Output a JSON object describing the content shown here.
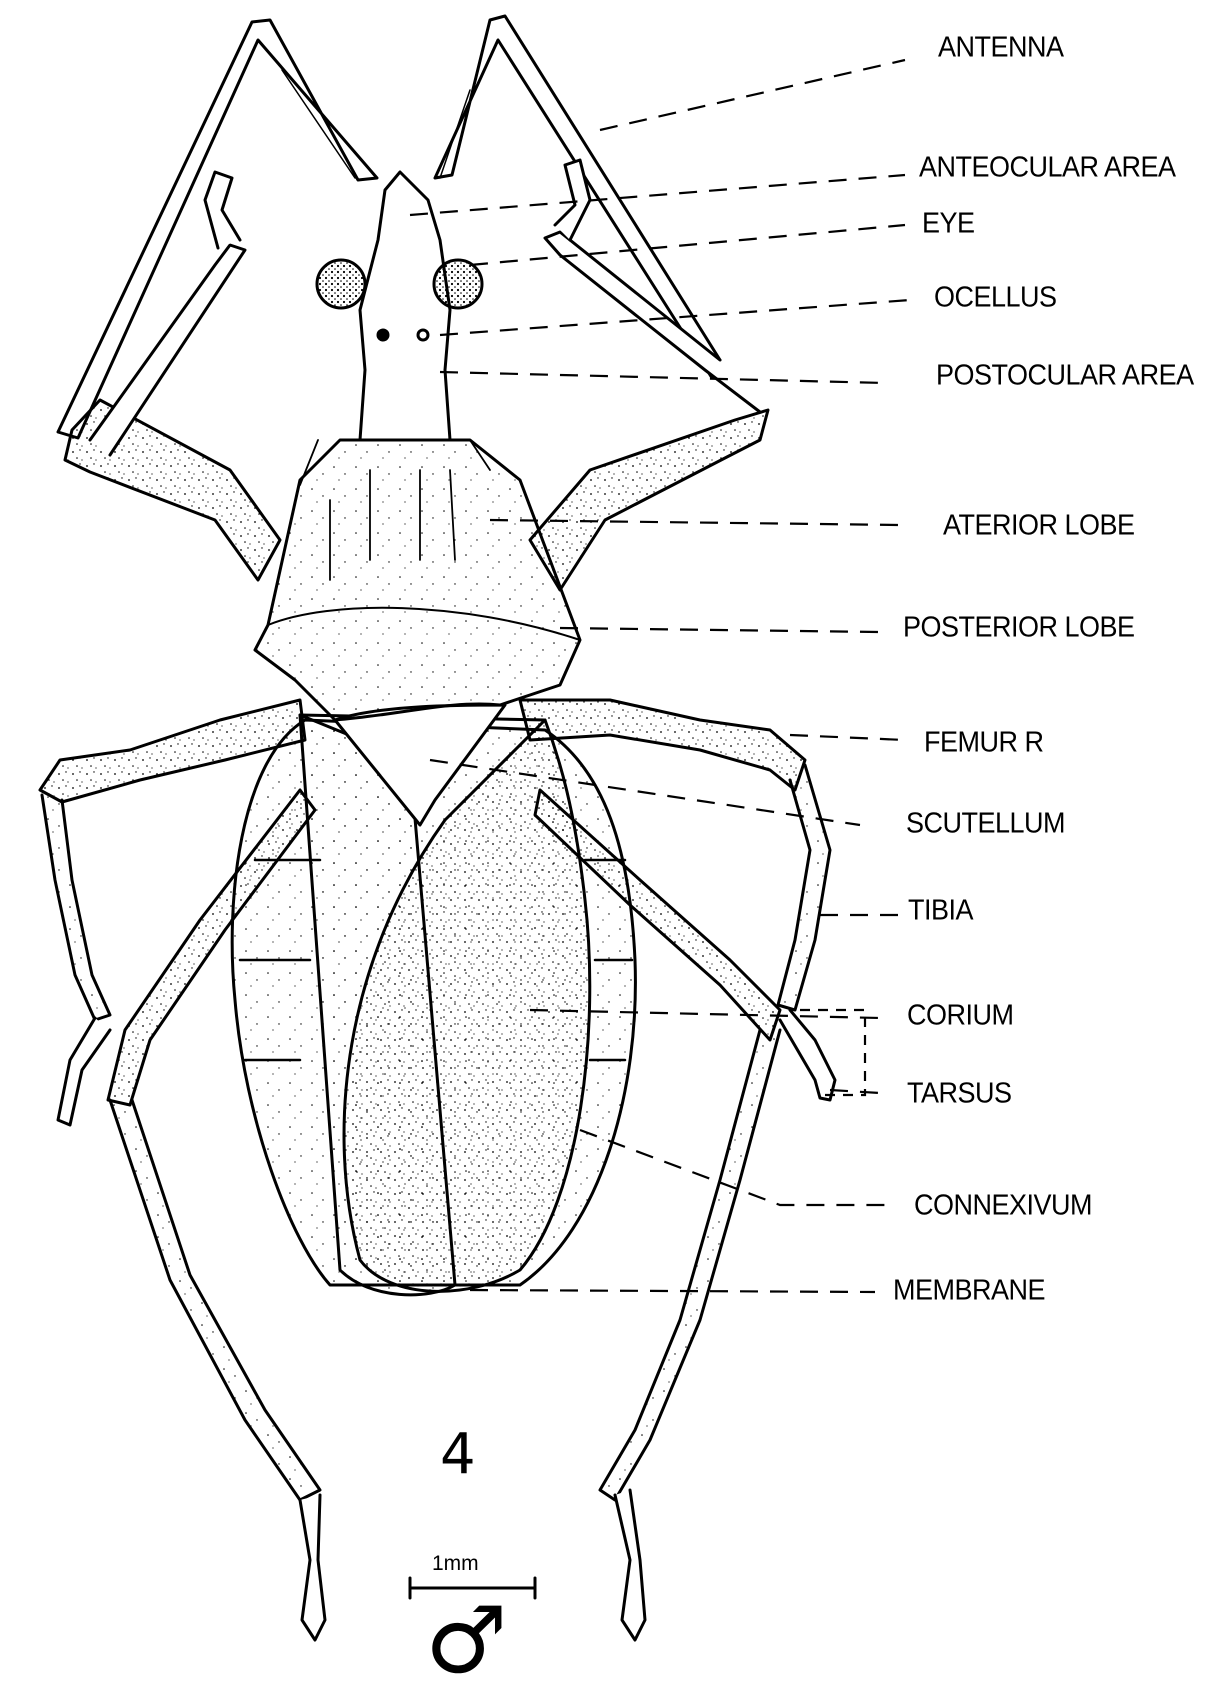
{
  "figure": {
    "number": "4",
    "scale_label": "1mm",
    "sex_symbol": "♂",
    "ink_color": "#000000",
    "background": "#ffffff"
  },
  "labels": [
    {
      "id": "antenna",
      "text": "ANTENNA"
    },
    {
      "id": "anteocular-area",
      "text": "ANTEOCULAR AREA"
    },
    {
      "id": "eye",
      "text": "EYE"
    },
    {
      "id": "ocellus",
      "text": "OCELLUS"
    },
    {
      "id": "postocular-area",
      "text": "POSTOCULAR AREA"
    },
    {
      "id": "anterior-lobe",
      "text": "ATERIOR LOBE"
    },
    {
      "id": "posterior-lobe",
      "text": "POSTERIOR LOBE"
    },
    {
      "id": "femur",
      "text": "FEMUR R"
    },
    {
      "id": "scutellum",
      "text": "SCUTELLUM"
    },
    {
      "id": "tibia",
      "text": "TIBIA"
    },
    {
      "id": "corium",
      "text": "CORIUM"
    },
    {
      "id": "tarsus",
      "text": "TARSUS"
    },
    {
      "id": "connexivum",
      "text": "CONNEXIVUM"
    },
    {
      "id": "membrane",
      "text": "MEMBRANE"
    }
  ]
}
